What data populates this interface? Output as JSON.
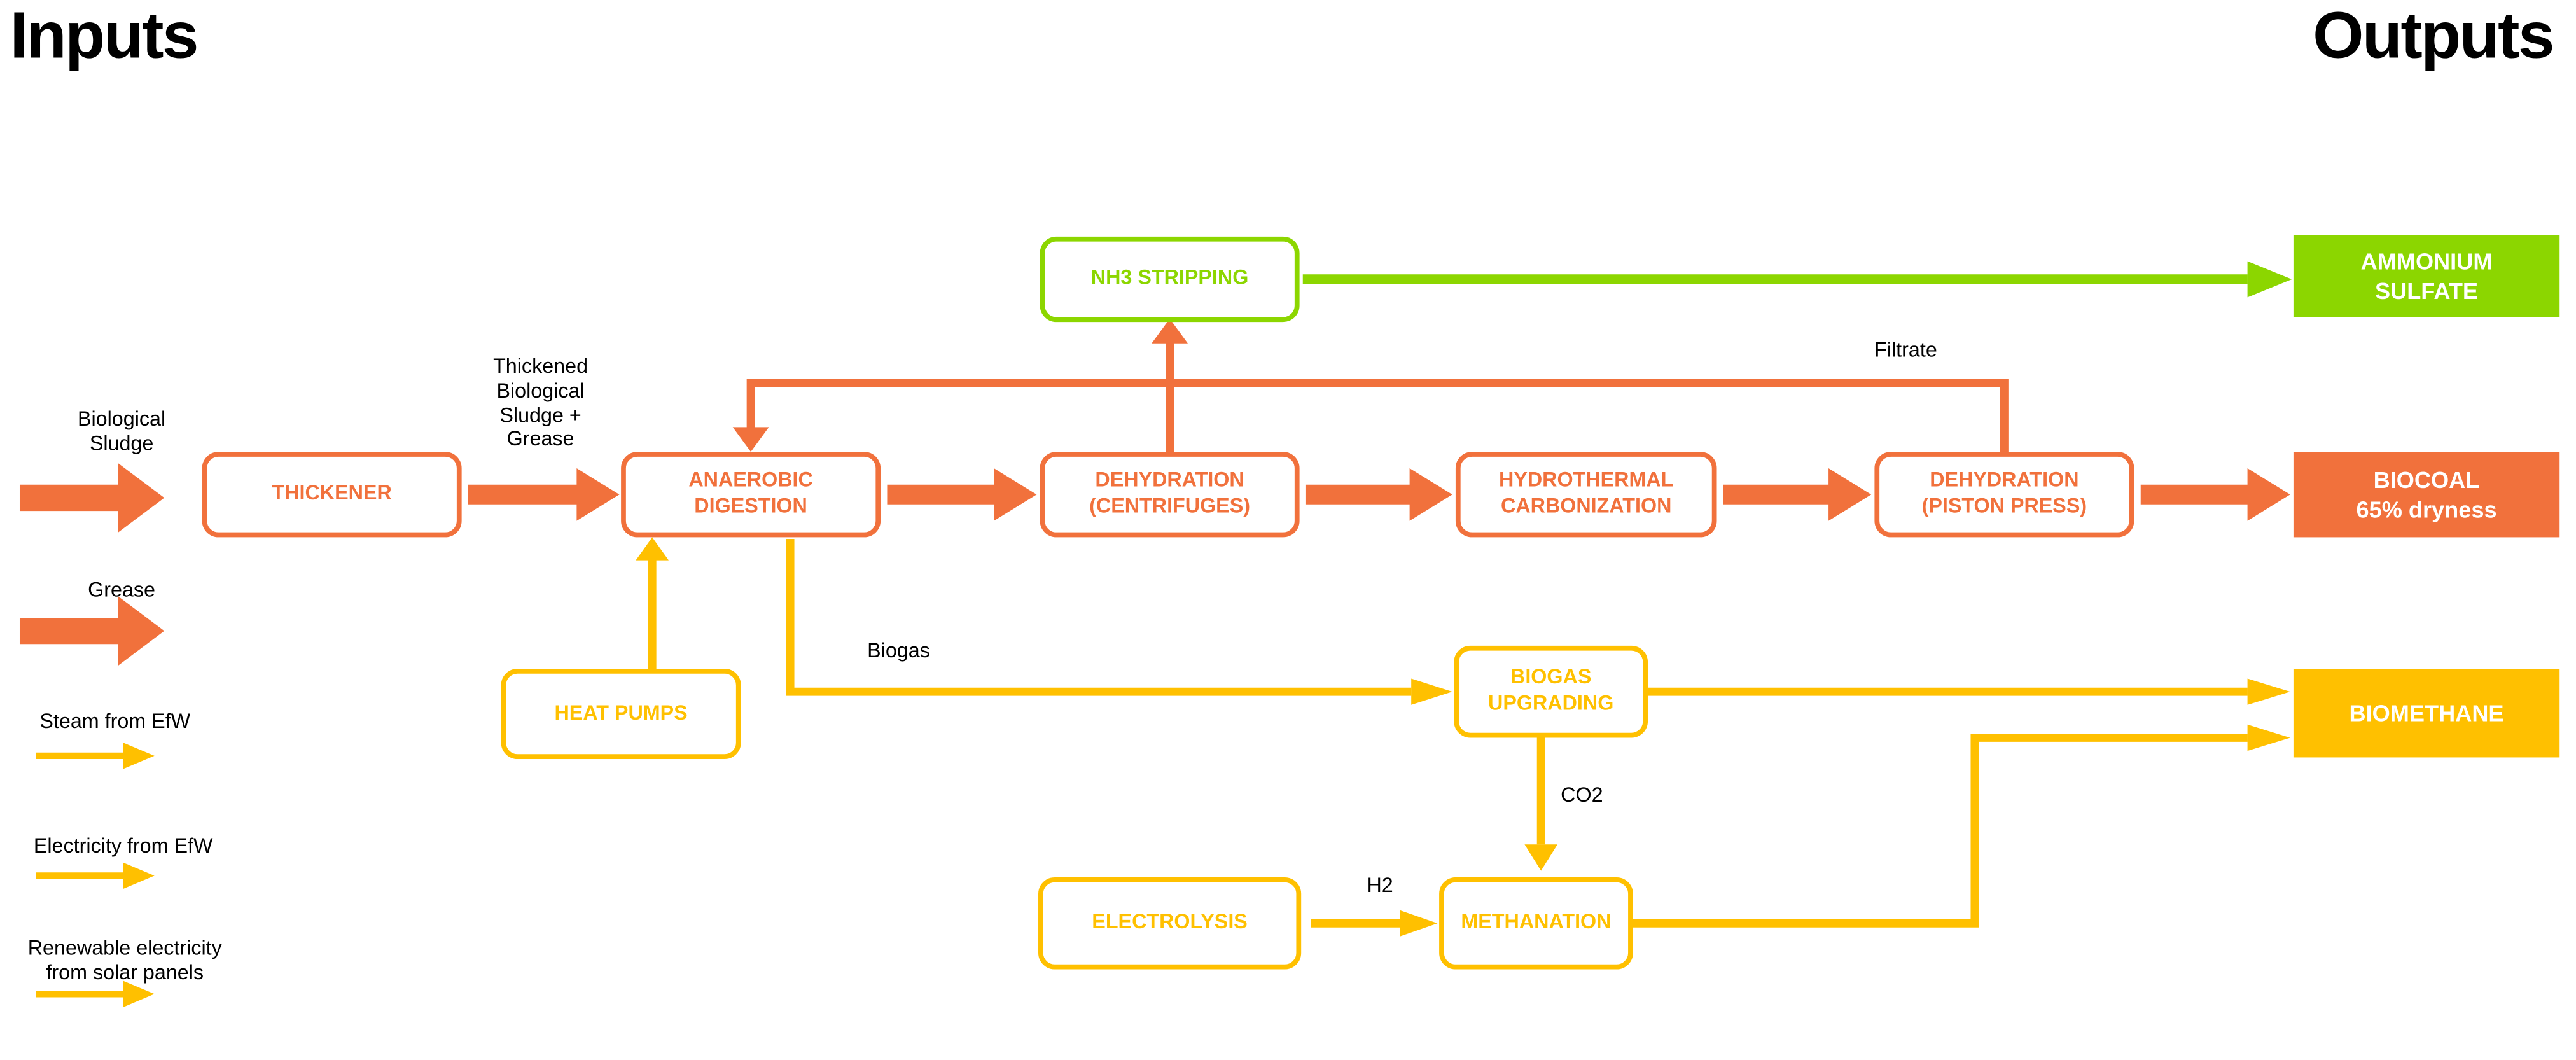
{
  "titles": {
    "inputs": "Inputs",
    "outputs": "Outputs"
  },
  "legend": {
    "biological_sludge": "Biological\nSludge",
    "grease": "Grease",
    "steam": "Steam from EfW",
    "electricity": "Electricity from EfW",
    "renewable": "Renewable electricity\nfrom solar panels"
  },
  "boxes": {
    "thickener": "THICKENER",
    "anaerobic_digestion": "ANAEROBIC\nDIGESTION",
    "nh3_stripping": "NH3 STRIPPING",
    "dehydration_centrifuges": "DEHYDRATION\n(CENTRIFUGES)",
    "hydrothermal_carbonization": "HYDROTHERMAL\nCARBONIZATION",
    "dehydration_piston_press": "DEHYDRATION\n(PISTON PRESS)",
    "heat_pumps": "HEAT PUMPS",
    "biogas_upgrading": "BIOGAS\nUPGRADING",
    "electrolysis": "ELECTROLYSIS",
    "methanation": "METHANATION"
  },
  "outputs": {
    "ammonium_sulfate": "AMMONIUM\nSULFATE",
    "biocoal": "BIOCOAL\n65% dryness",
    "biomethane": "BIOMETHANE"
  },
  "flow_labels": {
    "thickened_sludge": "Thickened\nBiological\nSludge +\nGrease",
    "filtrate": "Filtrate",
    "biogas": "Biogas",
    "co2": "CO2",
    "h2": "H2"
  },
  "colors": {
    "orange": "#F1713C",
    "yellow": "#FFC000",
    "green": "#8CD600",
    "text": "#000000",
    "white": "#FFFFFF"
  }
}
